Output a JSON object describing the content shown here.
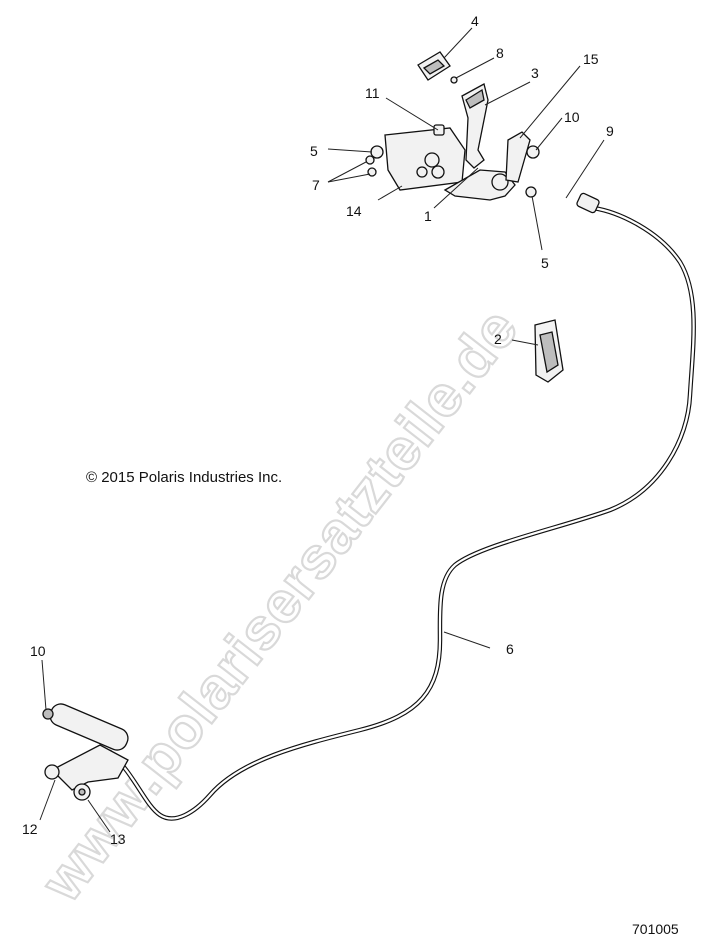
{
  "copyright": "© 2015 Polaris Industries Inc.",
  "diagram_number": "701005",
  "watermark": "www.polarisersatzteile.de",
  "callouts": {
    "c1": "1",
    "c2": "2",
    "c3": "3",
    "c4": "4",
    "c5a": "5",
    "c5b": "5",
    "c6": "6",
    "c7": "7",
    "c8": "8",
    "c9": "9",
    "c10a": "10",
    "c10b": "10",
    "c11": "11",
    "c12": "12",
    "c13": "13",
    "c14": "14",
    "c15": "15"
  }
}
